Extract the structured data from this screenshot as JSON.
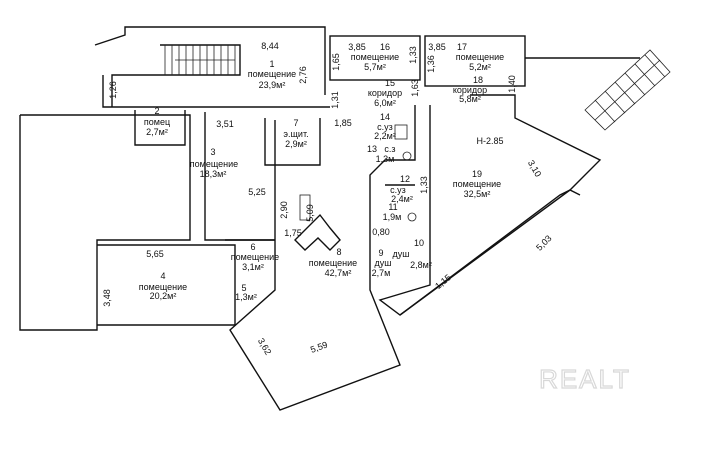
{
  "rooms": [
    {
      "num": "1",
      "name": "помещение",
      "area": "23,9м²"
    },
    {
      "num": "2",
      "name": "помец",
      "area": "2,7м²"
    },
    {
      "num": "3",
      "name": "помещение",
      "area": "18,3м²"
    },
    {
      "num": "4",
      "name": "помещение",
      "area": "20,2м²"
    },
    {
      "num": "5",
      "area": "1,3м²"
    },
    {
      "num": "6",
      "name": "помещение",
      "area": "3,1м²"
    },
    {
      "num": "7",
      "name": "э.щит.",
      "area": "2,9м²"
    },
    {
      "num": "8",
      "name": "помещение",
      "area": "42,7м²"
    },
    {
      "num": "9",
      "name": "душ",
      "area": "2,7м"
    },
    {
      "num": "10",
      "name": "душ",
      "area": "2,8м²"
    },
    {
      "num": "11",
      "area": "1,9м"
    },
    {
      "num": "12",
      "name": "с.уз",
      "area": "2,4м²"
    },
    {
      "num": "13",
      "name": "с.з",
      "area": "1,3м"
    },
    {
      "num": "14",
      "name": "с.уз",
      "area": "2,2м²"
    },
    {
      "num": "15",
      "name": "коридор",
      "area": "6,0м²"
    },
    {
      "num": "16",
      "name": "помещение",
      "area": "5,7м²"
    },
    {
      "num": "17",
      "name": "помещение",
      "area": "5,2м²"
    },
    {
      "num": "18",
      "name": "коридор",
      "area": "5,8м²"
    },
    {
      "num": "19",
      "name": "помещение",
      "area": "32,5м²"
    }
  ],
  "dimensions": {
    "d844": "8,44",
    "d276": "2,76",
    "d126": "1,26",
    "d351": "3,51",
    "d131": "1,31",
    "d185": "1,85",
    "d385a": "3,85",
    "d385b": "3,85",
    "d165": "1,65",
    "d133a": "1,33",
    "d136": "1,36",
    "d163": "1,63",
    "d140": "1,40",
    "d310": "3,10",
    "d133b": "1,33",
    "d080": "0,80",
    "d115": "1,15",
    "d503": "5,03",
    "d525": "5,25",
    "d290": "2,90",
    "d509": "5,09",
    "d175": "1,75",
    "d565": "5,65",
    "d348": "3,48",
    "d362": "3,62",
    "d559": "5,59"
  },
  "height_note": "Н-2.85",
  "watermark": "REALT"
}
